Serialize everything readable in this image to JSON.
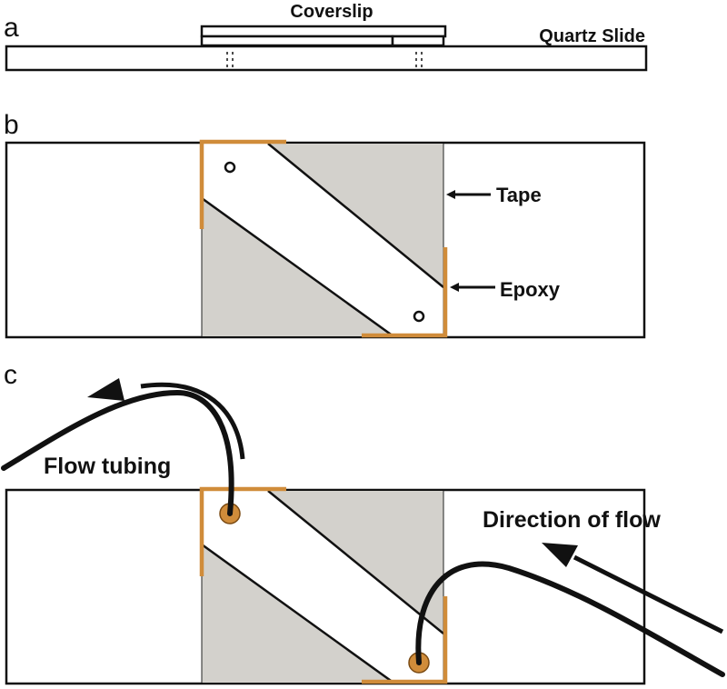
{
  "panels": {
    "a": {
      "letter": "a",
      "labels": {
        "coverslip": "Coverslip",
        "slide": "Quartz Slide"
      }
    },
    "b": {
      "letter": "b",
      "labels": {
        "tape": "Tape",
        "epoxy": "Epoxy"
      }
    },
    "c": {
      "letter": "c",
      "labels": {
        "tubing": "Flow tubing",
        "flow": "Direction of flow"
      }
    }
  },
  "colors": {
    "tape": "#d3d1cc",
    "epoxy": "#d08c3a",
    "outline": "#111111",
    "background": "#ffffff"
  }
}
